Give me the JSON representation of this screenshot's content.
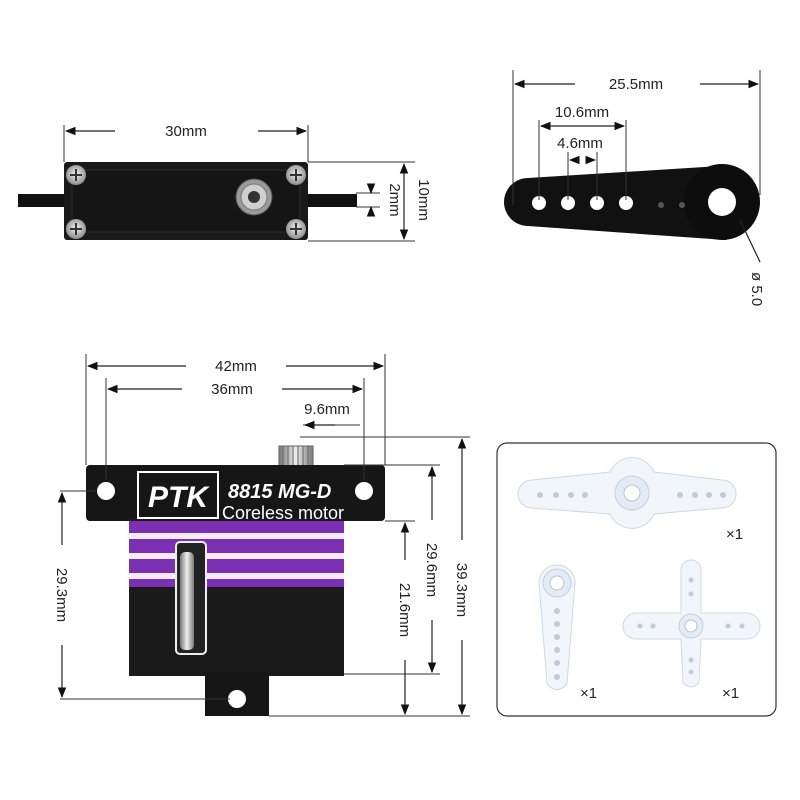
{
  "top_view": {
    "width_label": "30mm",
    "gear_label": "2mm",
    "height_label": "10mm"
  },
  "horn_view": {
    "overall_label": "25.5mm",
    "span_label": "10.6mm",
    "pitch_label": "4.6mm",
    "hole_label": "ø 5.0"
  },
  "front_view": {
    "width_label": "42mm",
    "mount_label": "36mm",
    "shaft_label": "9.6mm",
    "left_height_label": "29.3mm",
    "body_height_label": "29.6mm",
    "lower_height_label": "21.6mm",
    "total_height_label": "39.3mm",
    "brand_logo": "PTK",
    "model": "8815 MG-D",
    "subtitle": "Coreless motor",
    "accent_color": "#7b2fb3"
  },
  "accessories": {
    "long_horn_qty": "×1",
    "single_horn_qty": "×1",
    "cross_horn_qty": "×1"
  }
}
